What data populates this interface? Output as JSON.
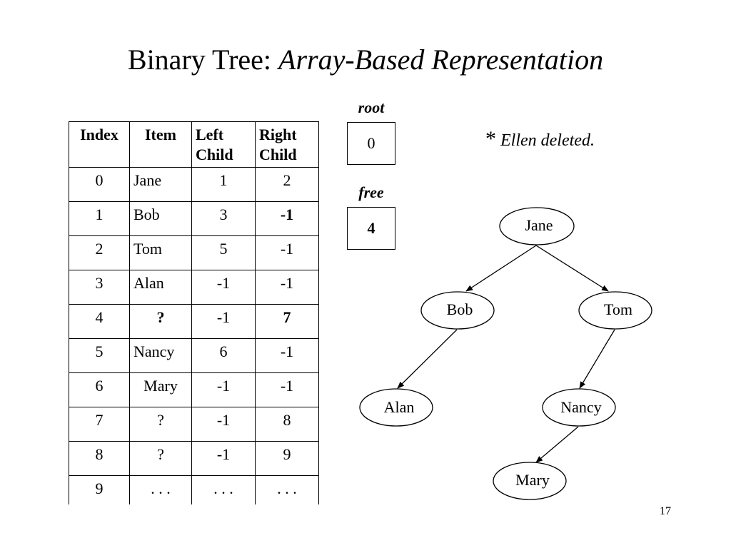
{
  "title": {
    "main": "Binary Tree: ",
    "italic": "Array-Based Representation"
  },
  "table": {
    "headers": [
      {
        "line1": "Index",
        "line2": ""
      },
      {
        "line1": "Item",
        "line2": ""
      },
      {
        "line1": "Left",
        "line2": "Child"
      },
      {
        "line1": "Right",
        "line2": "Child"
      }
    ],
    "rows": [
      [
        "0",
        "Jane",
        "1",
        "2"
      ],
      [
        "1",
        "Bob",
        "3",
        "-1"
      ],
      [
        "2",
        "Tom",
        "5",
        "-1"
      ],
      [
        "3",
        "Alan",
        "-1",
        "-1"
      ],
      [
        "4",
        "?",
        "-1",
        "7"
      ],
      [
        "5",
        "Nancy",
        "6",
        "-1"
      ],
      [
        "6",
        "Mary",
        "-1",
        "-1"
      ],
      [
        "7",
        "?",
        "-1",
        "8"
      ],
      [
        "8",
        "?",
        "-1",
        "9"
      ],
      [
        "9",
        ". . .",
        ". . .",
        ". . ."
      ]
    ]
  },
  "root": {
    "label": "root",
    "value": "0"
  },
  "free": {
    "label": "free",
    "value": "4"
  },
  "note": {
    "star": "*",
    "text": "Ellen deleted."
  },
  "tree": {
    "nodes": {
      "jane": "Jane",
      "bob": "Bob",
      "tom": "Tom",
      "alan": "Alan",
      "nancy": "Nancy",
      "mary": "Mary"
    }
  },
  "page_number": "17"
}
